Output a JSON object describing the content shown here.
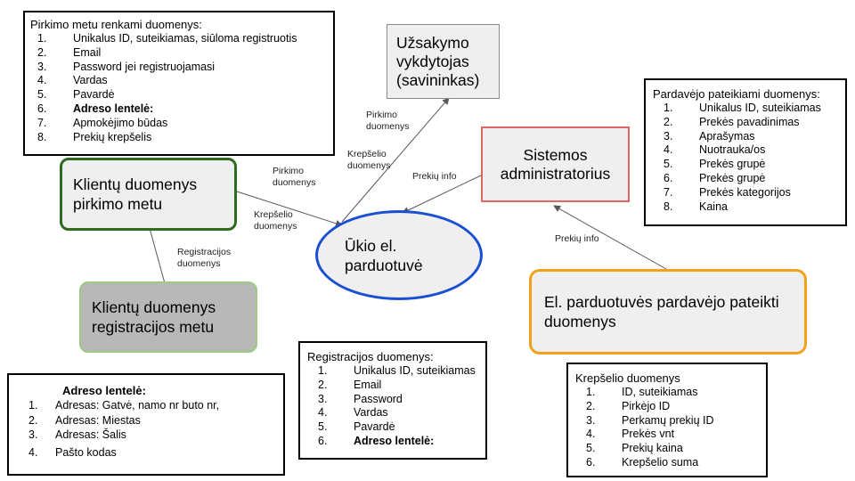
{
  "boxes": {
    "purchase_data": {
      "title": "Pirkimo metu renkami duomenys:",
      "items": [
        {
          "n": "1.",
          "t": "Unikalus ID, suteikiamas, siūloma registruotis"
        },
        {
          "n": "2.",
          "t": "Email"
        },
        {
          "n": "3.",
          "t": "Password jei registruojamasi"
        },
        {
          "n": "4.",
          "t": "Vardas"
        },
        {
          "n": "5.",
          "t": "Pavardė"
        },
        {
          "n": "6.",
          "t": "Adreso lentelė:"
        },
        {
          "n": "7.",
          "t": "Apmokėjimo būdas"
        },
        {
          "n": "8.",
          "t": "Prekių krepšelis"
        }
      ]
    },
    "seller_data": {
      "title": "Pardavėjo pateikiami duomenys:",
      "items": [
        {
          "n": "1.",
          "t": "Unikalus ID, suteikiamas"
        },
        {
          "n": "2.",
          "t": "Prekės pavadinimas"
        },
        {
          "n": "3.",
          "t": "Aprašymas"
        },
        {
          "n": "4.",
          "t": "Nuotrauka/os"
        },
        {
          "n": "5.",
          "t": "Prekės grupė"
        },
        {
          "n": "6.",
          "t": "Prekės grupė"
        },
        {
          "n": "7.",
          "t": "Prekės kategorijos"
        },
        {
          "n": "8.",
          "t": "Kaina"
        }
      ]
    },
    "address_table": {
      "title": "Adreso lentelė:",
      "items": [
        {
          "n": "1.",
          "t": "Adresas: Gatvė, namo nr buto nr,"
        },
        {
          "n": "2.",
          "t": "Adresas: Miestas"
        },
        {
          "n": "3.",
          "t": "Adresas: Šalis"
        },
        {
          "n": "4.",
          "t": "Pašto kodas"
        }
      ]
    },
    "registration_data": {
      "title": "Registracijos duomenys:",
      "items": [
        {
          "n": "1.",
          "t": "Unikalus ID, suteikiamas"
        },
        {
          "n": "2.",
          "t": "Email"
        },
        {
          "n": "3.",
          "t": "Password"
        },
        {
          "n": "4.",
          "t": "Vardas"
        },
        {
          "n": "5.",
          "t": "Pavardė"
        },
        {
          "n": "6.",
          "t": "Adreso lentelė:"
        }
      ]
    },
    "cart_data": {
      "title": "Krepšelio duomenys",
      "items": [
        {
          "n": "1.",
          "t": "ID, suteikiamas"
        },
        {
          "n": "2.",
          "t": "Pirkėjo ID"
        },
        {
          "n": "3.",
          "t": "Perkamų prekių ID"
        },
        {
          "n": "4.",
          "t": "Prekės vnt"
        },
        {
          "n": "5.",
          "t": "Prekių kaina"
        },
        {
          "n": "6.",
          "t": "Krepšelio suma"
        }
      ]
    }
  },
  "nodes": {
    "order_executor": "Užsakymo vykdytojas (savininkas)",
    "system_admin": "Sistemos administratorius",
    "customer_purchase": "Klientų duomenys pirkimo metu",
    "eshop": "Ūkio el. parduotuvė",
    "customer_registration": "Klientų duomenys registracijos metu",
    "seller_provided": "El. parduotuvės pardavėjo pateikti duomenys"
  },
  "edge_labels": {
    "pirkimo_top": "Pirkimo duomenys",
    "krepselio_top": "Krepšelio duomenys",
    "prekiu_info_admin": "Prekių info",
    "pirkimo_left": "Pirkimo duomenys",
    "krepselio_left": "Krepšelio duomenys",
    "registracijos": "Registracijos duomenys",
    "prekiu_info_seller": "Prekių info"
  },
  "colors": {
    "customer_purchase_border": "#2e6b1f",
    "customer_registration_border": "#9ccc84",
    "customer_registration_fill": "#b8b8b8",
    "eshop_border": "#1b4fd1",
    "admin_border": "#e06666",
    "seller_border": "#f4a11a",
    "node_fill": "#efefef",
    "arrow": "#595959"
  }
}
